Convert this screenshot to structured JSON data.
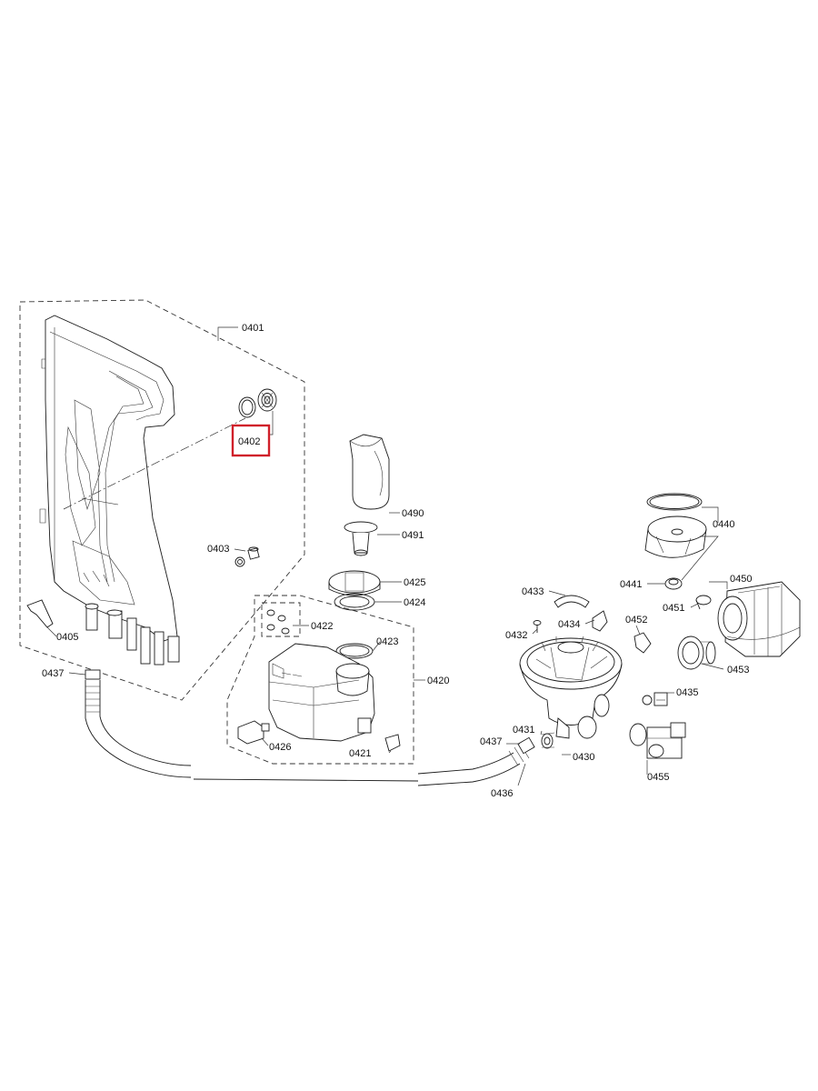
{
  "diagram": {
    "labels": {
      "p0401": "0401",
      "p0402": "0402",
      "p0403": "0403",
      "p0405": "0405",
      "p0437a": "0437",
      "p0490": "0490",
      "p0491": "0491",
      "p0425": "0425",
      "p0424": "0424",
      "p0422": "0422",
      "p0423": "0423",
      "p0420": "0420",
      "p0426": "0426",
      "p0421": "0421",
      "p0437b": "0437",
      "p0436": "0436",
      "p0431": "0431",
      "p0430": "0430",
      "p0433": "0433",
      "p0432": "0432",
      "p0434": "0434",
      "p0452": "0452",
      "p0440": "0440",
      "p0441": "0441",
      "p0450": "0450",
      "p0451": "0451",
      "p0453": "0453",
      "p0435": "0435",
      "p0455": "0455"
    },
    "highlight": {
      "part": "0402",
      "color": "#d0202a"
    }
  }
}
